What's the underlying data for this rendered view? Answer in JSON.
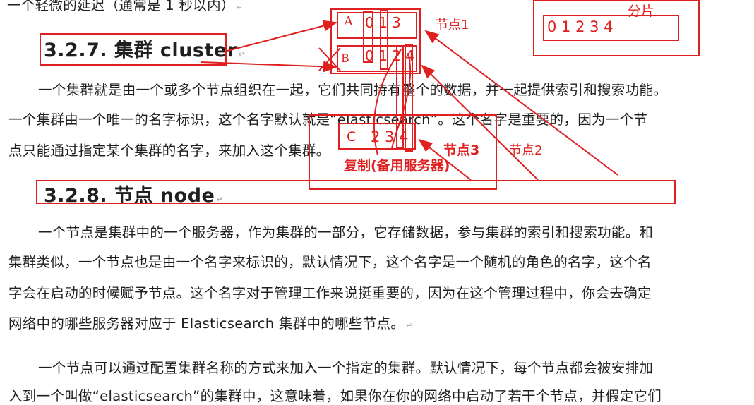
{
  "document": {
    "top_line": "一个轻微的延迟（通常是 1 秒以内）",
    "section_327": {
      "heading": "3.2.7. 集群 cluster",
      "lines": [
        "一个集群就是由一个或多个节点组织在一起，它们共同持有整个的数据，并一起提供索引和搜索功能。",
        "一个集群由一个唯一的名字标识，这个名字默认就是“elasticsearch”。这个名字是重要的，因为一个节",
        "点只能通过指定某个集群的名字，来加入这个集群。"
      ]
    },
    "section_328": {
      "heading": "3.2.8. 节点 node",
      "paragraph1": [
        "一个节点是集群中的一个服务器，作为集群的一部分，它存储数据，参与集群的索引和搜索功能。和",
        "集群类似，一个节点也是由一个名字来标识的，默认情况下，这个名字是一个随机的角色的名字，这个名",
        "字会在启动的时候赋予节点。这个名字对于管理工作来说挺重要的，因为在这个管理过程中，你会去确定",
        "网络中的哪些服务器对应于 Elasticsearch 集群中的哪些节点。"
      ],
      "paragraph2": [
        "一个节点可以通过配置集群名称的方式来加入一个指定的集群。默认情况下，每个节点都会被安排加",
        "入到一个叫做“elasticsearch”的集群中，这意味着，如果你在你的网络中启动了若干个节点，并假定它们"
      ]
    },
    "paragraph_mark": "↵"
  },
  "annotations": {
    "node_a": {
      "letter": "A",
      "digits": "0 1 3"
    },
    "node_b": {
      "letter": "B",
      "digits": "0 1 2 4"
    },
    "node_c": {
      "letter": "C",
      "digits": "2 3 4"
    },
    "label_node1": "节点1",
    "label_node2": "节点2",
    "label_node3": "节点3",
    "label_replica": "复制(备用服务器)",
    "shard_title": "分片",
    "shard_digits": "0 1 2 3 4",
    "color": "#e02020"
  }
}
